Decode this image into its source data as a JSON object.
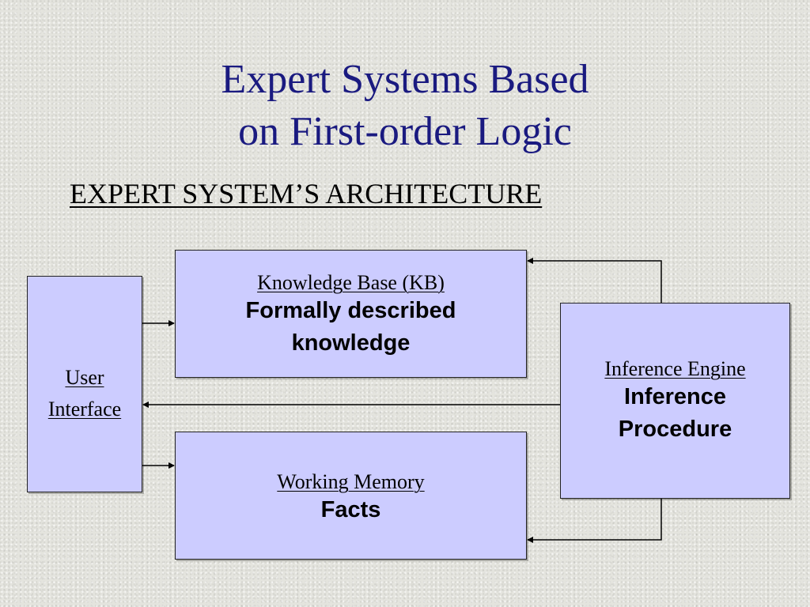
{
  "title": {
    "line1": "Expert Systems Based",
    "line2": "on First-order Logic"
  },
  "subtitle": "EXPERT SYSTEM’S ARCHITECTURE",
  "diagram": {
    "user_interface": {
      "line1": "User",
      "line2": "Interface"
    },
    "knowledge_base": {
      "heading": "Knowledge Base (KB)",
      "line1": "Formally described",
      "line2": "knowledge"
    },
    "working_memory": {
      "heading": "Working Memory",
      "line1": "Facts"
    },
    "inference_engine": {
      "heading": "Inference Engine",
      "line1": "Inference",
      "line2": "Procedure"
    }
  },
  "colors": {
    "title": "#1a1a80",
    "box_fill": "#ccccff",
    "background": "#e4e4de"
  }
}
